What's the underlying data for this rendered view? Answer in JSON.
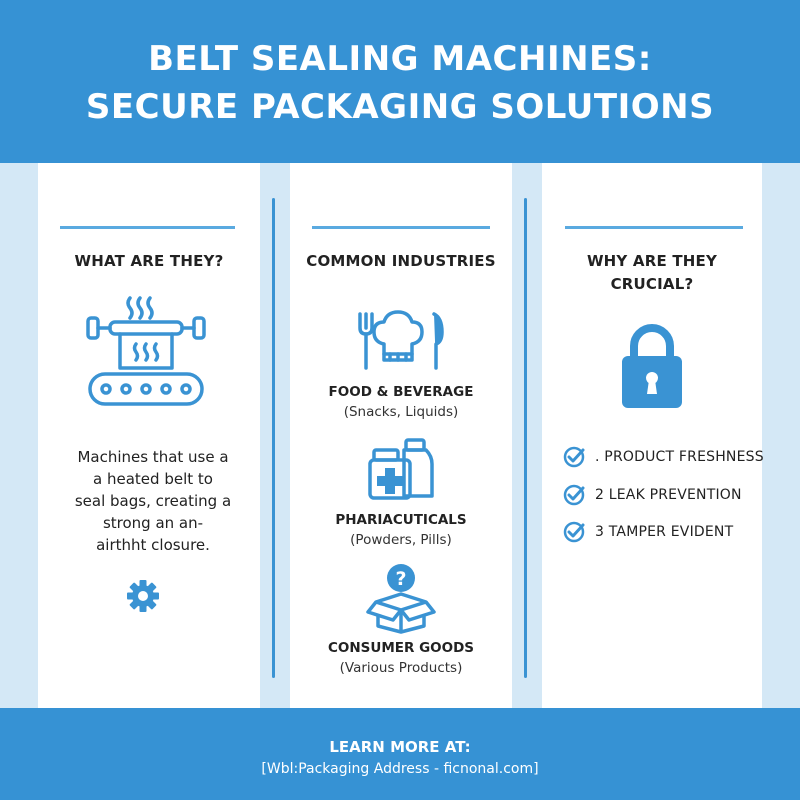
{
  "header": {
    "title_line1": "BELT SEALING MACHINES:",
    "title_line2": "SECURE PACKAGING SOLUTIONS"
  },
  "what": {
    "heading": "WHAT ARE THEY?",
    "icon": "belt-sealer-machine-icon",
    "lines": [
      "Machines that use a",
      "a heated belt to",
      "seal bags, creating a",
      "strong an an-",
      "airthht closure."
    ],
    "footer_icon": "gear-icon"
  },
  "industries": {
    "heading": "COMMON INDUSTRIES",
    "items": [
      {
        "name": "FOOD & BEVERAGE",
        "sub": "(Snacks, Liquids)",
        "icon": "chef-hat-cutlery-icon"
      },
      {
        "name": "PHARIACUTICALS",
        "sub": "(Powders, Pills)",
        "icon": "medicine-bottle-icon"
      },
      {
        "name": "CONSUMER GOODS",
        "sub": "(Various Products)",
        "icon": "open-box-question-icon"
      }
    ]
  },
  "why": {
    "heading_line1": "WHY ARE THEY",
    "heading_line2": "CRUCIAL?",
    "icon": "padlock-icon",
    "benefits": [
      ". PRODUCT FRESHNESS",
      "2 LEAK PREVENTION",
      "3 TAMPER EVIDENT"
    ]
  },
  "footer": {
    "title": "LEARN MORE AT:",
    "url": "[Wbl:Packaging Address - ficnonal.com]"
  },
  "colors": {
    "accent": "#3692d4",
    "background": "#d4e8f6",
    "icon": "#3a93d3"
  }
}
